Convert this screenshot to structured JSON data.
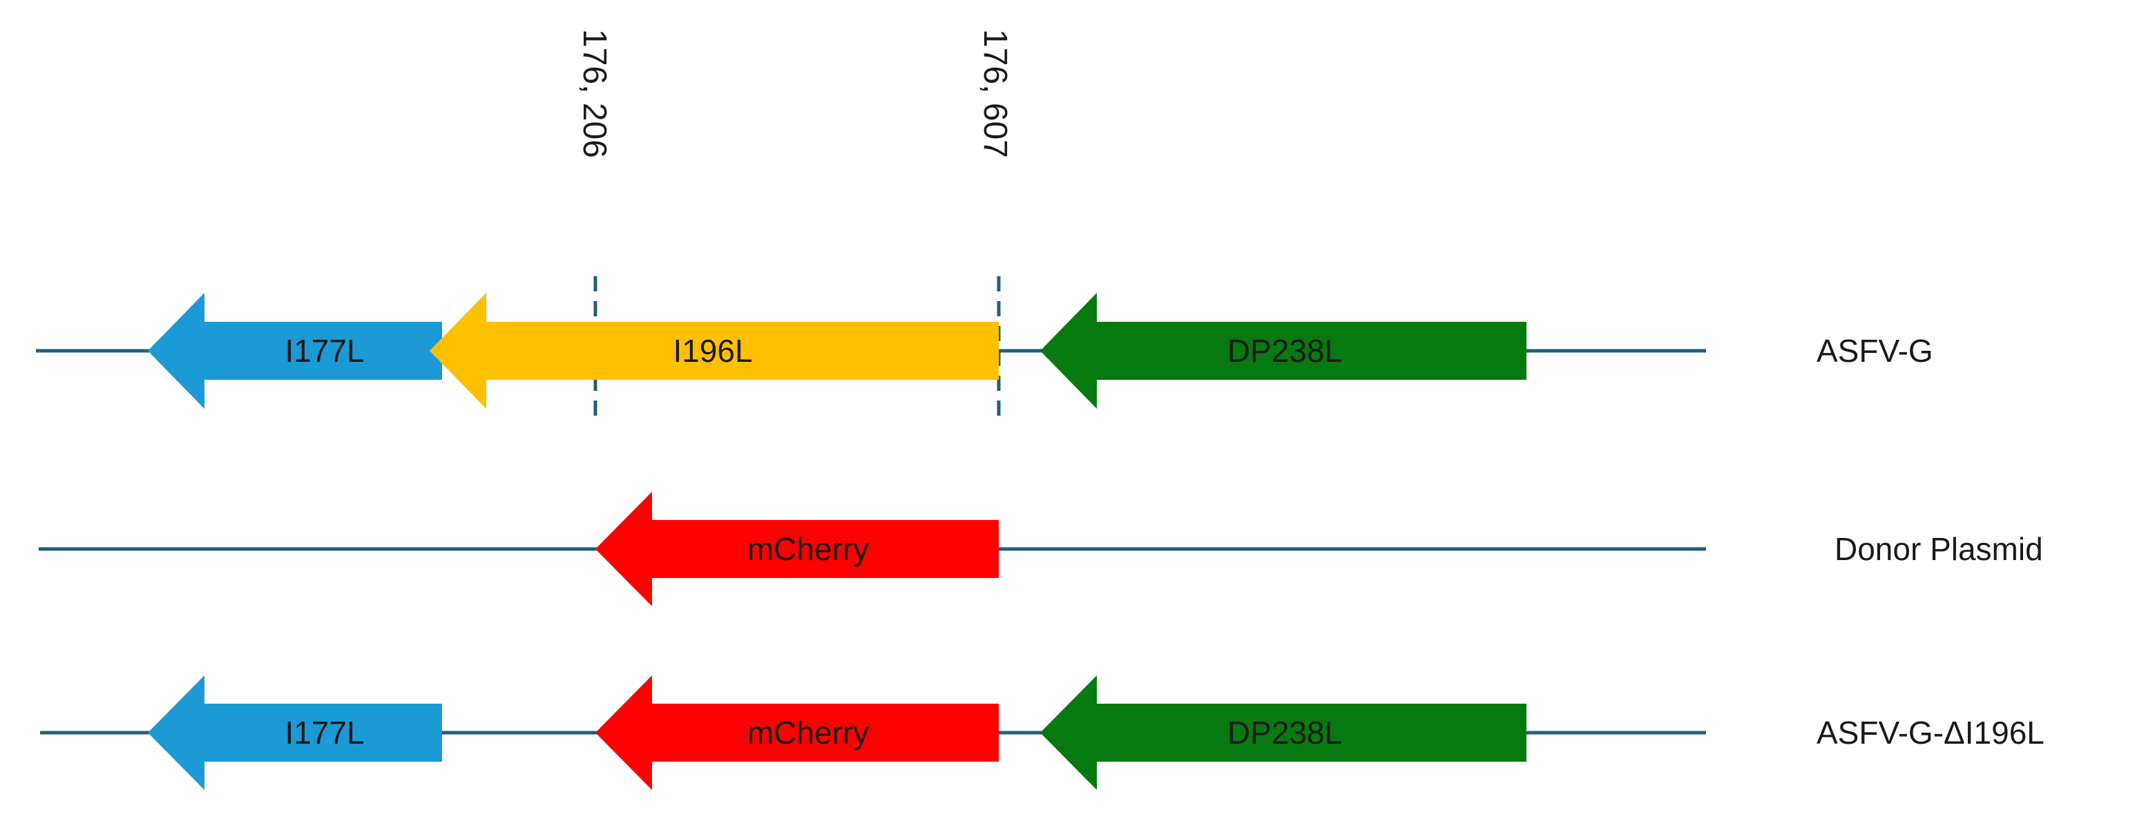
{
  "colors": {
    "backbone": "#1f5f7a",
    "I177L": "#1b9ad6",
    "I196L": "#ffc000",
    "DP238L": "#067a10",
    "mCherry": "#ff0000"
  },
  "coordinates": {
    "left": "176, 206",
    "right": "176, 607"
  },
  "tracks": [
    {
      "label": "ASFV-G",
      "genes": [
        {
          "name": "I177L",
          "direction": "reverse",
          "color_key": "I177L"
        },
        {
          "name": "I196L",
          "direction": "reverse",
          "color_key": "I196L"
        },
        {
          "name": "DP238L",
          "direction": "reverse",
          "color_key": "DP238L"
        }
      ]
    },
    {
      "label": "Donor Plasmid",
      "genes": [
        {
          "name": "mCherry",
          "direction": "reverse",
          "color_key": "mCherry"
        }
      ]
    },
    {
      "label": "ASFV-G-ΔI196L",
      "genes": [
        {
          "name": "I177L",
          "direction": "reverse",
          "color_key": "I177L"
        },
        {
          "name": "mCherry",
          "direction": "reverse",
          "color_key": "mCherry"
        },
        {
          "name": "DP238L",
          "direction": "reverse",
          "color_key": "DP238L"
        }
      ]
    }
  ]
}
